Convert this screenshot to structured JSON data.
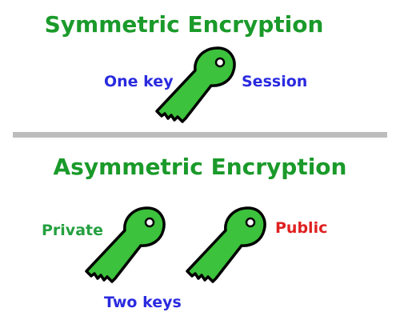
{
  "symmetric": {
    "title": "Symmetric Encryption",
    "label_left": "One key",
    "label_right": "Session",
    "key_icon": "key-icon"
  },
  "asymmetric": {
    "title": "Asymmetric Encryption",
    "label_private": "Private",
    "label_public": "Public",
    "label_bottom": "Two keys",
    "key_icons": [
      "key-icon",
      "key-icon"
    ]
  },
  "colors": {
    "title": "#1a9a2a",
    "key_fill": "#3cc23c",
    "label_blue": "#2a2ae0",
    "label_green": "#24a040",
    "label_red": "#e02020",
    "divider": "#bdbdbd"
  }
}
